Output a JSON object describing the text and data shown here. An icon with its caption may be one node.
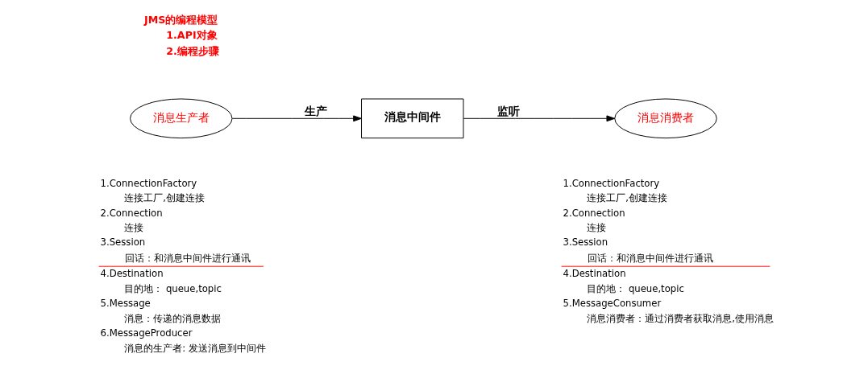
{
  "diagram": {
    "nodes": [
      {
        "text": [
          "消息中间件"
        ]
      },
      {
        "text": [
          "消息生产者"
        ],
        "beside": [
          "1.ConnectionFactory",
          "连接工厂,创建连接",
          "2.Connection",
          "连接",
          "3.Session",
          "回话：和消息中间件进行通讯",
          "4.Destination",
          "目的地： queue,topic",
          "5.Message",
          "消息：传递的消息数据",
          "6.MessageProducer",
          "消息的生产者: 发送消息到中间件"
        ]
      },
      {
        "text": [
          "消息消费者"
        ],
        "beside": [
          "1.ConnectionFactory",
          "连接工厂,创建连接",
          "2.Connection",
          "连接",
          "3.Session",
          "回话：和消息中间件进行通讯",
          "4.Destination",
          "目的地： queue,topic",
          "5.MessageConsumer",
          "消息消费者：通过消费者获取消息,使用消息"
        ]
      }
    ],
    "edges": [
      {
        "from": 1,
        "to": 0,
        "arrow": "to",
        "label": "生产"
      },
      {
        "from": 0,
        "to": 2,
        "arrow": "to",
        "label": "监听"
      }
    ],
    "labels": [
      "JMS的编程模型",
      "1.API对象",
      "2.编程步骤"
    ]
  }
}
